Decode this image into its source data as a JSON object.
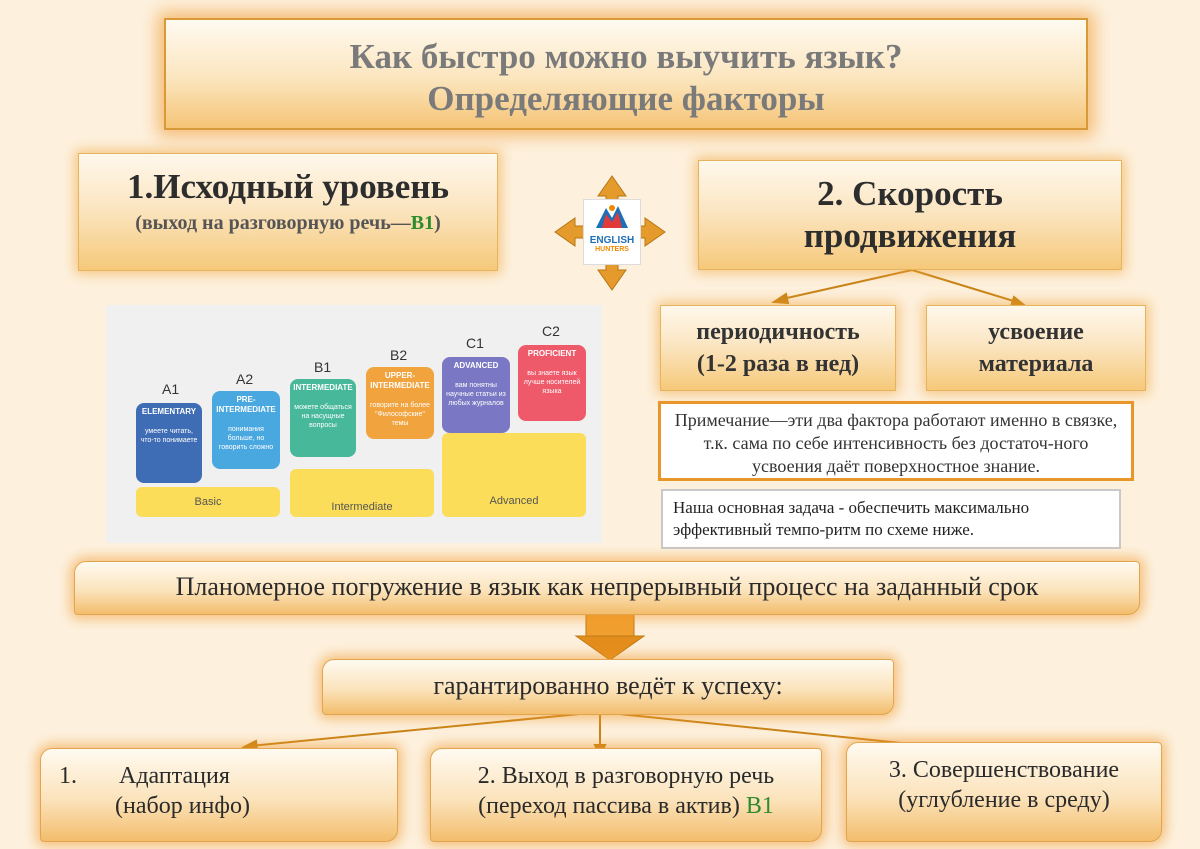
{
  "title": {
    "line1": "Как быстро можно выучить язык?",
    "line2": "Определяющие факторы"
  },
  "factor1": {
    "title": "1.Исходный уровень",
    "subtitle_pre": "(выход на разговорную речь—",
    "subtitle_level": "B1",
    "subtitle_post": ")"
  },
  "factor2": {
    "line1": "2. Скорость",
    "line2": "продвижения"
  },
  "logo": {
    "line1": "ENGLISH",
    "line2": "HUNTERS"
  },
  "speed_factors": [
    {
      "line1": "периодичность",
      "line2": "(1-2 раза в нед)"
    },
    {
      "line1": "усвоение",
      "line2": "материала"
    }
  ],
  "note1": "Примечание—эти два фактора работают именно в связке, т.к. сама по себе интенсивность без достаточ-ного  усвоения даёт поверхностное знание.",
  "note2": "Наша основная задача - обеспечить максимально эффективный темпо-ритм по схеме ниже.",
  "levels": [
    {
      "code": "A1",
      "name": "ELEMENTARY",
      "desc": "умеете читать, что-то понимаете",
      "color": "#3f6db5"
    },
    {
      "code": "A2",
      "name": "PRE-INTERMEDIATE",
      "desc": "понимания больше, но говорить сложно",
      "color": "#4aa8e0"
    },
    {
      "code": "B1",
      "name": "INTERMEDIATE",
      "desc": "можете общаться на насущные вопросы",
      "color": "#48b89a"
    },
    {
      "code": "B2",
      "name": "UPPER-INTERMEDIATE",
      "desc": "говорите на более \"Философские\" темы",
      "color": "#f1a33e"
    },
    {
      "code": "C1",
      "name": "ADVANCED",
      "desc": "вам понятны научные статьи из любых журналов",
      "color": "#7a78c4"
    },
    {
      "code": "C2",
      "name": "PROFICIENT",
      "desc": "вы знаете язык лучше носителей языка",
      "color": "#ee5a6a"
    }
  ],
  "level_groups": [
    "Basic",
    "Intermediate",
    "Advanced"
  ],
  "immersion": "Планомерное погружение в язык как непрерывный процесс на заданный срок",
  "guarantee": "гарантированно ведёт к успеху:",
  "outcomes": [
    {
      "line1": "1.       Адаптация",
      "line2": "(набор инфо)"
    },
    {
      "line1": "2. Выход в разговорную речь",
      "line2_pre": "(переход пассива в актив) ",
      "line2_level": "B1"
    },
    {
      "line1": "3. Совершенствование",
      "line2": "(углубление в среду)"
    }
  ],
  "colors": {
    "accent": "#f0a030",
    "arrow": "#c98418",
    "level_green": "#2e8b2e"
  }
}
